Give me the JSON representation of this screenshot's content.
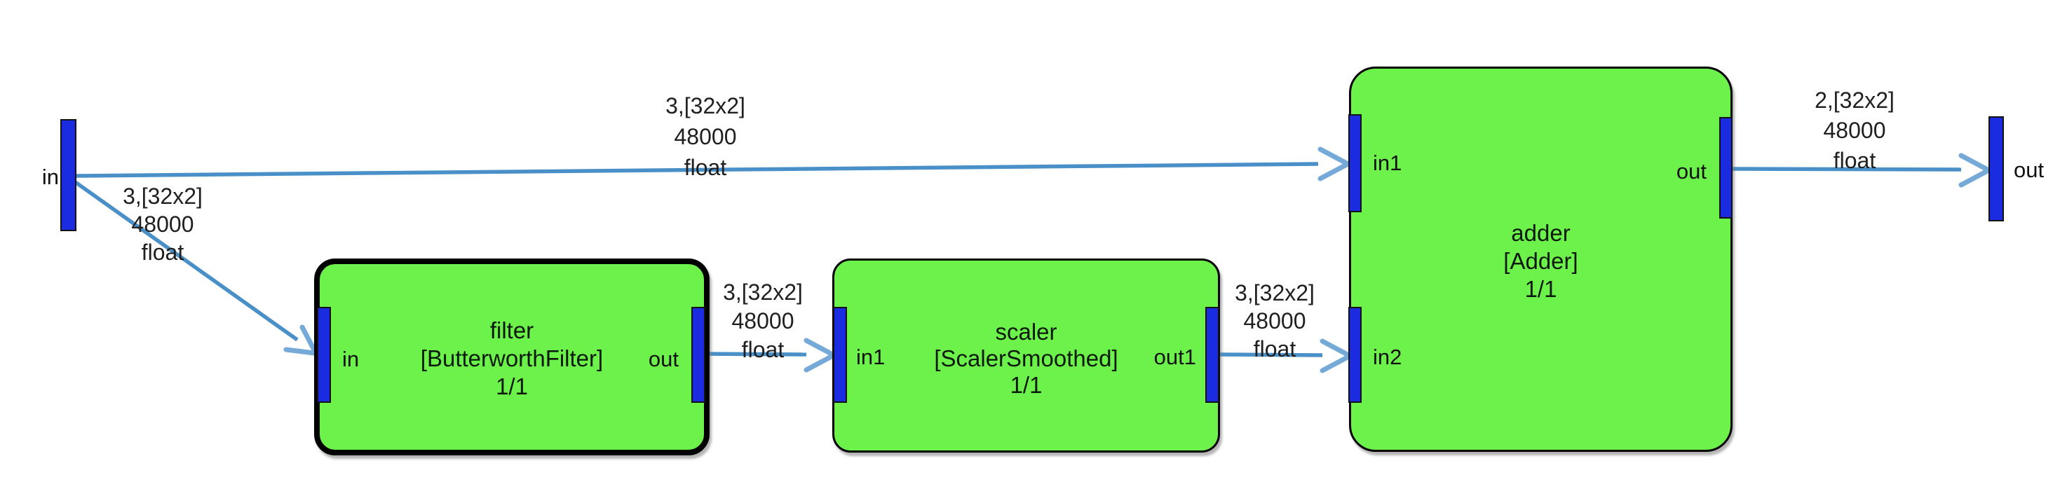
{
  "terminals": {
    "input": {
      "label": "in"
    },
    "output": {
      "label": "out"
    }
  },
  "nodes": {
    "filter": {
      "title": "filter",
      "class_name": "[ButterworthFilter]",
      "ratio": "1/1",
      "selected": true,
      "ports": {
        "in": "in",
        "out": "out"
      }
    },
    "scaler": {
      "title": "scaler",
      "class_name": "[ScalerSmoothed]",
      "ratio": "1/1",
      "selected": false,
      "ports": {
        "in1": "in1",
        "out1": "out1"
      }
    },
    "adder": {
      "title": "adder",
      "class_name": "[Adder]",
      "ratio": "1/1",
      "selected": false,
      "ports": {
        "in1": "in1",
        "in2": "in2",
        "out": "out"
      }
    }
  },
  "edges": {
    "input_to_adder_in1": {
      "size": "3,[32x2]",
      "rate": "48000",
      "dtype": "float"
    },
    "input_to_filter_in": {
      "size": "3,[32x2]",
      "rate": "48000",
      "dtype": "float"
    },
    "filter_out_to_scaler_in1": {
      "size": "3,[32x2]",
      "rate": "48000",
      "dtype": "float"
    },
    "scaler_out1_to_adder_in2": {
      "size": "3,[32x2]",
      "rate": "48000",
      "dtype": "float"
    },
    "adder_out_to_output": {
      "size": "2,[32x2]",
      "rate": "48000",
      "dtype": "float"
    }
  },
  "colors": {
    "node_fill": "#6DF24B",
    "node_border": "#000000",
    "port_fill": "#1B2BE0",
    "edge_line": "#4A90C8",
    "edge_arrow": "#74A9D8",
    "text": "#1a1a1a",
    "background": "#ffffff"
  }
}
